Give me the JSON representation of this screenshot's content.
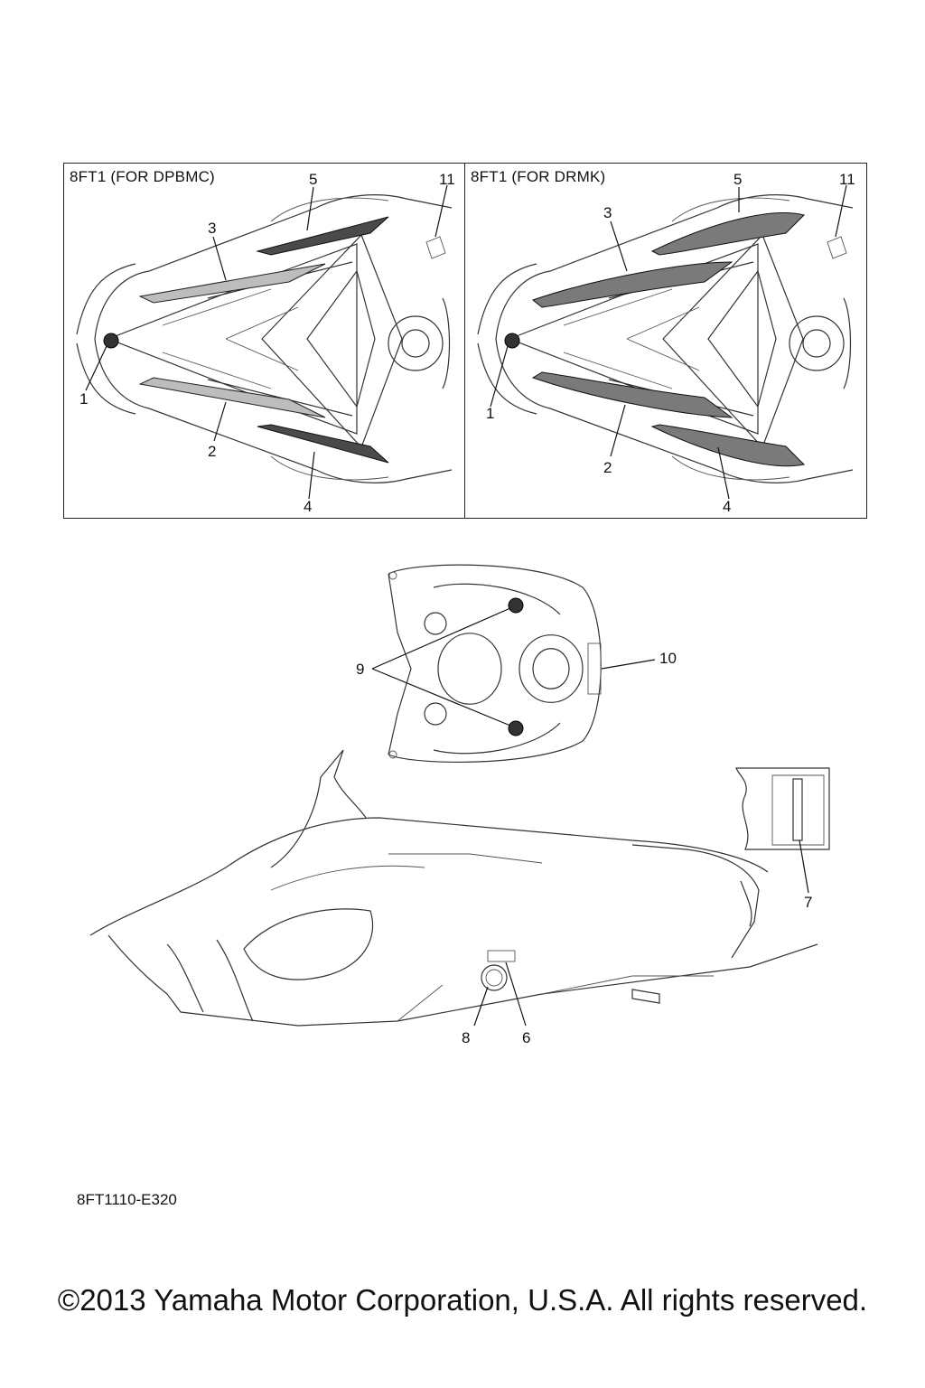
{
  "panels": [
    {
      "title": "8FT1 (FOR DPBMC)"
    },
    {
      "title": "8FT1 (FOR DRMK)"
    }
  ],
  "callouts": {
    "p1": {
      "c1": "1",
      "c2": "2",
      "c3": "3",
      "c4": "4",
      "c5": "5",
      "c11": "11"
    },
    "p2": {
      "c1": "1",
      "c2": "2",
      "c3": "3",
      "c4": "4",
      "c5": "5",
      "c11": "11"
    },
    "mid": {
      "c9": "9",
      "c10": "10"
    },
    "side": {
      "c6": "6",
      "c7": "7",
      "c8": "8"
    }
  },
  "drawing_code": "8FT1110-E320",
  "copyright": "©2013 Yamaha Motor Corporation, U.S.A. All rights reserved."
}
